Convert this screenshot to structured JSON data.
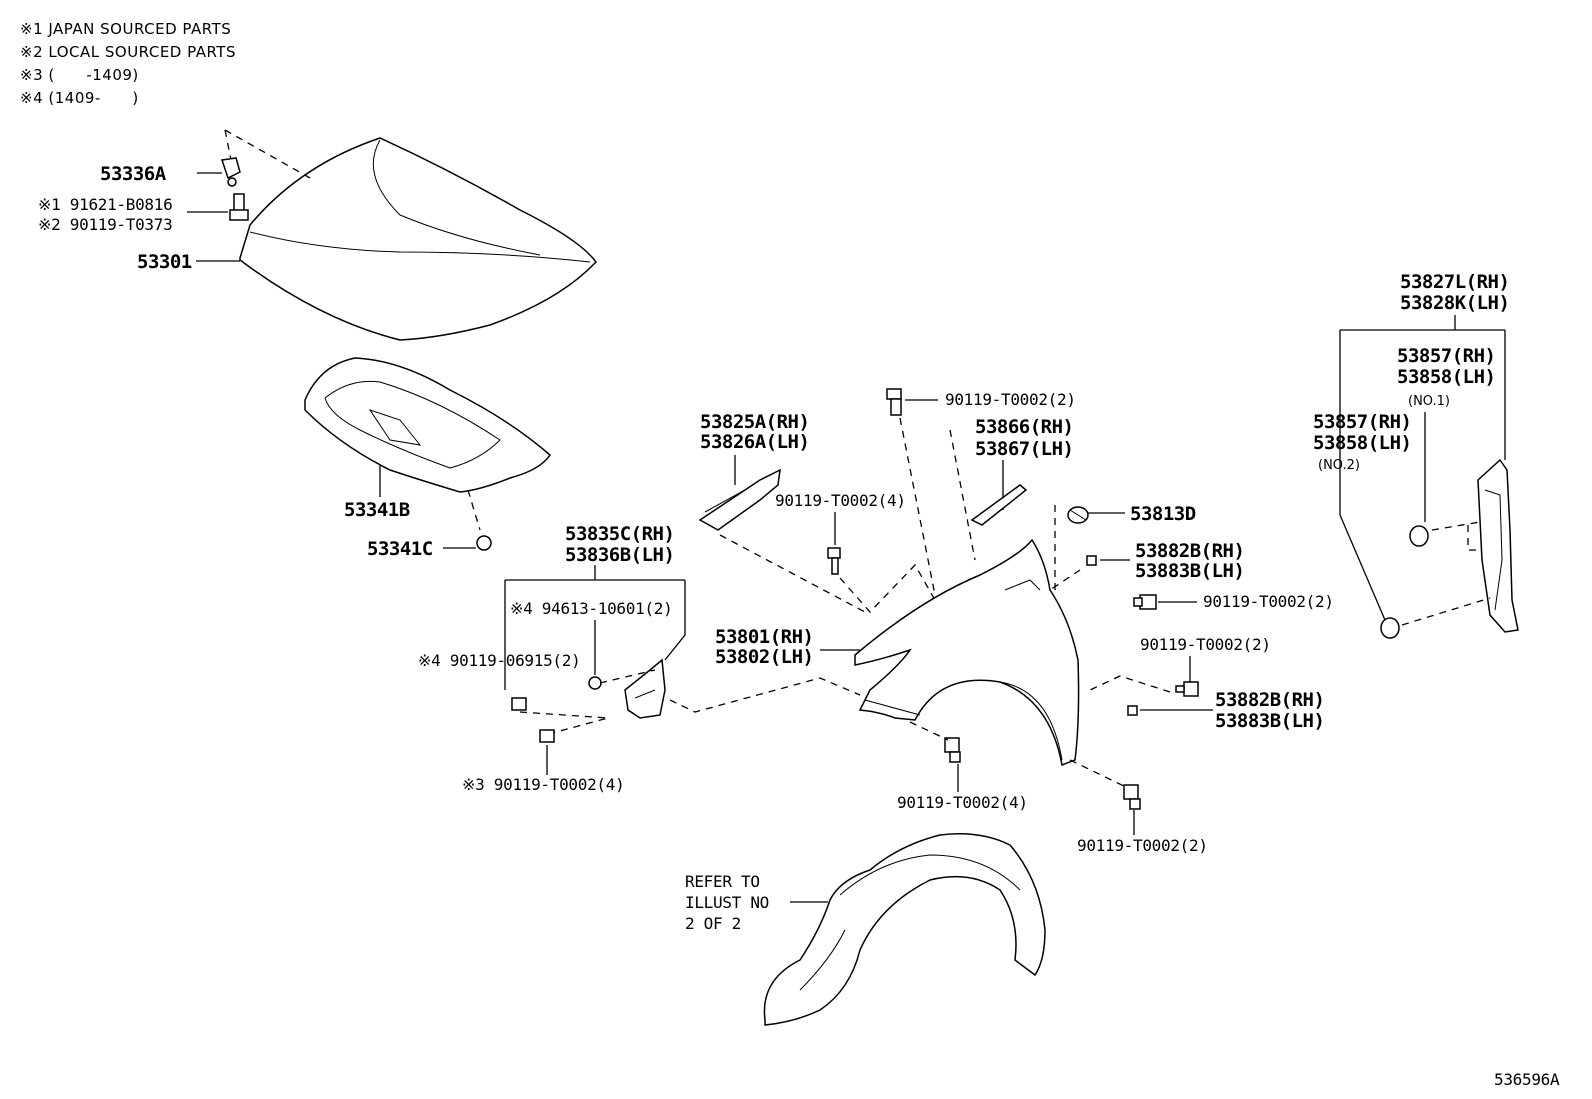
{
  "notes": [
    "※1 JAPAN SOURCED PARTS",
    "※2 LOCAL SOURCED PARTS",
    "※3 (      -1409)",
    "※4 (1409-      )"
  ],
  "labels": {
    "p53336A": "53336A",
    "p91621": "※1 91621-B0816",
    "p90119T0373": "※2 90119-T0373",
    "p53301": "53301",
    "p53341B": "53341B",
    "p53341C": "53341C",
    "p53825A": "53825A(RH)",
    "p53826A": "53826A(LH)",
    "p90119_4a": "90119-T0002(4)",
    "p90119_top": "90119-T0002(2)",
    "p53866": "53866(RH)",
    "p53867": "53867(LH)",
    "p53813D": "53813D",
    "p53882B_1": "53882B(RH)",
    "p53883B_1": "53883B(LH)",
    "p90119_r1": "90119-T0002(2)",
    "p90119_r2": "90119-T0002(2)",
    "p53882B_2": "53882B(RH)",
    "p53883B_2": "53883B(LH)",
    "p53835C": "53835C(RH)",
    "p53836B": "53836B(LH)",
    "p94613": "※4 94613-10601(2)",
    "p90119_06915": "※4 90119-06915(2)",
    "p90119_3": "※3 90119-T0002(4)",
    "p53801": "53801(RH)",
    "p53802": "53802(LH)",
    "p90119_b1": "90119-T0002(4)",
    "p90119_b2": "90119-T0002(2)",
    "p53827L": "53827L(RH)",
    "p53828K": "53828K(LH)",
    "p53857_1": "53857(RH)",
    "p53858_1": "53858(LH)",
    "no1": "(NO.1)",
    "p53857_2": "53857(RH)",
    "p53858_2": "53858(LH)",
    "no2": "(NO.2)",
    "refer1": "REFER TO",
    "refer2": "ILLUST NO",
    "refer3": "2 OF 2",
    "code": "536596A"
  }
}
